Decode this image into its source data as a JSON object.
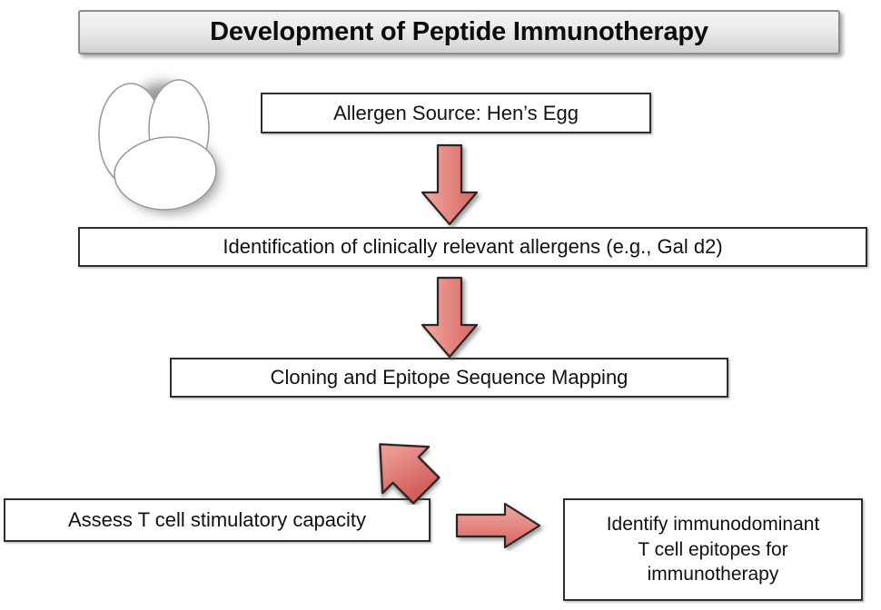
{
  "diagram": {
    "title": "Development of Peptide Immunotherapy",
    "background_color": "#ffffff",
    "accent_color": "#e07c78",
    "box_border_color": "#2e2e2e",
    "title_gradient_from": "#f4f4f4",
    "title_gradient_to": "#cfcfcf",
    "nodes": [
      {
        "id": "allergen-source",
        "label": "Allergen Source: Hen’s Egg",
        "shape": "rectangle"
      },
      {
        "id": "identification",
        "label": "Identification of clinically relevant allergens (e.g., Gal d2)",
        "shape": "rectangle"
      },
      {
        "id": "cloning",
        "label": "Cloning and Epitope Sequence Mapping",
        "shape": "rectangle"
      },
      {
        "id": "assess",
        "label": "Assess T cell stimulatory capacity",
        "shape": "rectangle"
      },
      {
        "id": "identify-epitopes",
        "label": "Identify immunodominant\nT cell epitopes for\nimmunotherapy",
        "shape": "rectangle"
      }
    ],
    "edges": [
      {
        "id": "edge-1",
        "from": "allergen-source",
        "to": "identification",
        "direction": "down"
      },
      {
        "id": "edge-2",
        "from": "identification",
        "to": "cloning",
        "direction": "down"
      },
      {
        "id": "edge-3",
        "from": "cloning",
        "to": "assess",
        "direction": "down-left"
      },
      {
        "id": "edge-4",
        "from": "assess",
        "to": "identify-epitopes",
        "direction": "right"
      }
    ],
    "illustration": {
      "id": "eggs-illustration",
      "name": "three-eggs",
      "description": "Three white hen eggs with gray outlines and a soft drop shadow"
    }
  }
}
